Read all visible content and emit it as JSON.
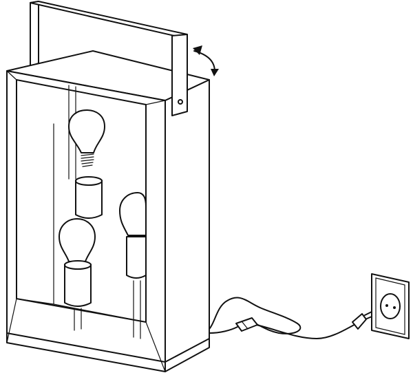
{
  "colors": {
    "stroke": "#111111",
    "background": "#ffffff"
  },
  "parts": [
    "lamp-frame",
    "carry-handle",
    "rotate-arrow-icon",
    "bulb",
    "socket",
    "power-cord",
    "inline-switch",
    "plug",
    "wall-outlet"
  ]
}
